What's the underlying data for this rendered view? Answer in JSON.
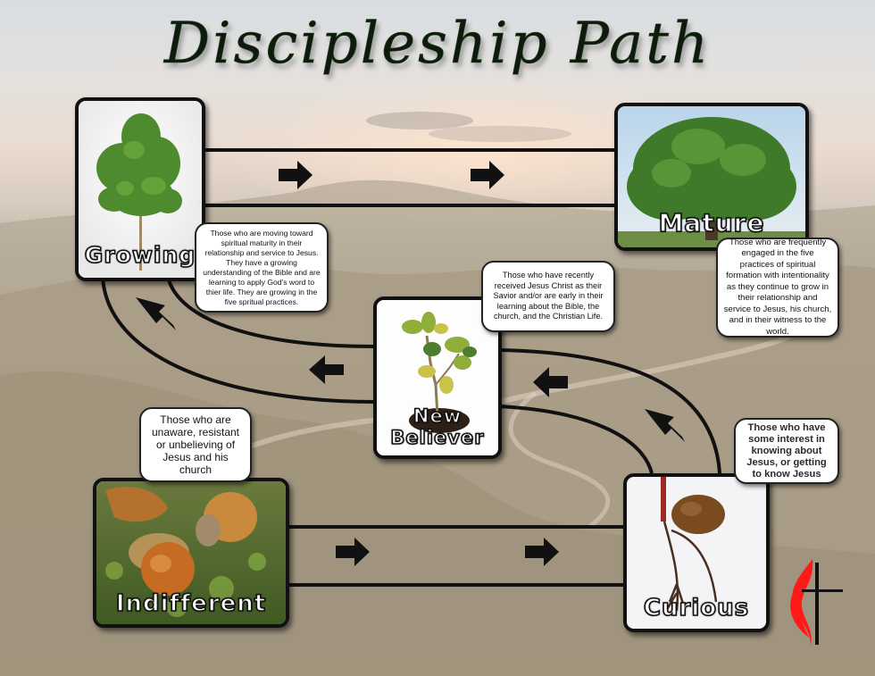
{
  "title": "Discipleship Path",
  "stages": {
    "growing": {
      "label": "Growing",
      "description": "Those who are moving toward spiritual maturity in their relationship and service to Jesus. They have a growing understanding of the Bible and are learning to apply God's word to thier life. They are growing in the five spritual practices.",
      "image": "young-tree"
    },
    "mature": {
      "label": "Mature",
      "description": "Those who are frequently engaged in the five practices of spiritual formation with intentionality as they continue to grow in their relationship and service to Jesus, his church, and in their witness to the world.",
      "image": "large-oak-tree"
    },
    "new_believer": {
      "label_line1": "New",
      "label_line2": "Believer",
      "description": "Those who have recently received Jesus Christ as their Savior and/or are early in their learning about the Bible, the church, and the Christian Life.",
      "image": "oak-sapling"
    },
    "indifferent": {
      "label": "Indifferent",
      "description": "Those who are unaware, resistant or unbelieving of Jesus and his church",
      "image": "acorns-on-moss"
    },
    "curious": {
      "label": "Curious",
      "description": "Those who have some interest in knowing about Jesus, or getting to know Jesus",
      "image": "sprouting-acorn"
    }
  },
  "flow": [
    "Indifferent",
    "Curious",
    "New Believer",
    "Growing",
    "Mature"
  ],
  "logo": "cross-and-flame-icon",
  "colors": {
    "title": "#0e1a0e",
    "path_line": "#111111",
    "flame": "#ff1a1a",
    "bubble_bg": "#ffffff"
  }
}
